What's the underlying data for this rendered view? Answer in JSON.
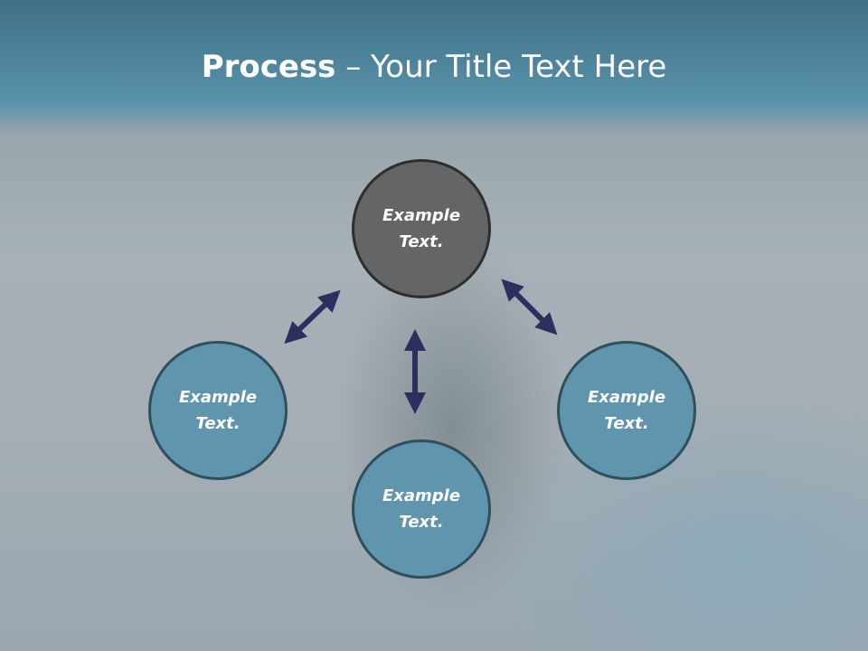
{
  "title": {
    "bold": "Process",
    "rest": " – Your Title Text Here"
  },
  "nodes": {
    "top": "Example Text.",
    "left": "Example Text.",
    "right": "Example Text.",
    "bottom": "Example Text."
  },
  "colors": {
    "header": "#4d849c",
    "node_fill": "#5f95ad",
    "node_center_fill": "#636566",
    "arrow": "#2e2f5e"
  }
}
